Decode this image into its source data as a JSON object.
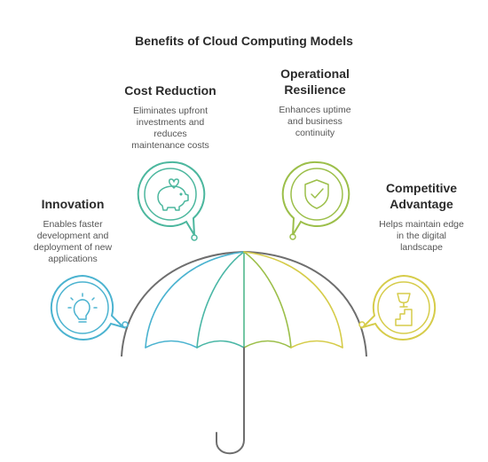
{
  "title": "Benefits of Cloud Computing Models",
  "benefits": [
    {
      "heading": "Innovation",
      "description_lines": [
        "Enables faster",
        "development and",
        "deployment of new",
        "applications"
      ],
      "icon": "lightbulb-icon",
      "color": "#4bb3d0"
    },
    {
      "heading": "Cost Reduction",
      "description_lines": [
        "Eliminates upfront",
        "investments and",
        "reduces",
        "maintenance costs"
      ],
      "icon": "piggy-bank-icon",
      "color": "#4cb79e"
    },
    {
      "heading_lines": [
        "Operational",
        "Resilience"
      ],
      "description_lines": [
        "Enhances uptime",
        "and business",
        "continuity"
      ],
      "icon": "shield-check-icon",
      "color": "#9cbf4a"
    },
    {
      "heading_lines": [
        "Competitive",
        "Advantage"
      ],
      "description_lines": [
        "Helps maintain edge",
        "in the digital",
        "landscape"
      ],
      "icon": "trophy-podium-icon",
      "color": "#d6cc4a"
    }
  ]
}
